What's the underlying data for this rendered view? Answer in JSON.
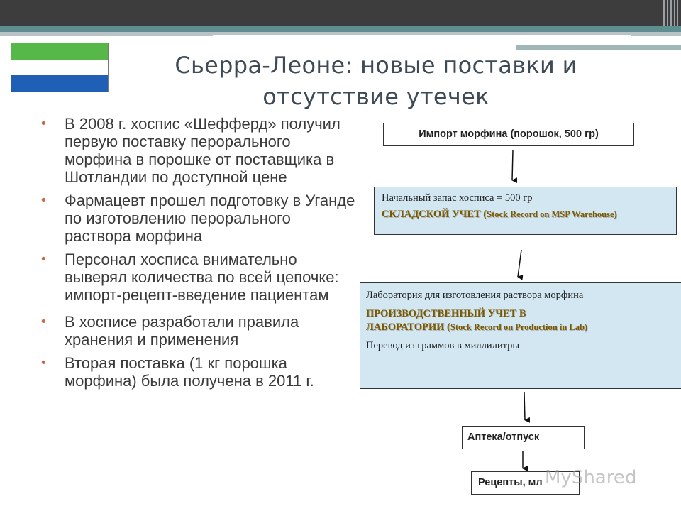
{
  "colors": {
    "accent": "#c9694b",
    "flag_green": "#55b849",
    "flag_white": "#ffffff",
    "flag_blue": "#1f5fb6",
    "box_fill": "#d2e7f2"
  },
  "title_line1": "Сьерра-Леоне: новые поставки и",
  "title_line2": "отсутствие утечек",
  "bullets": [
    "В 2008 г. хоспис «Шефферд» получил первую поставку перорального морфина в порошке от поставщика в Шотландии по доступной цене",
    "Фармацевт прошел подготовку в Уганде по изготовлению перорального раствора морфина",
    "Персонал хосписа внимательно выверял количества по всей цепочке: импорт-рецепт-введение пациентам",
    "В хосписе разработали правила хранения и применения",
    "Вторая поставка (1 кг порошка морфина) была получена в 2011 г."
  ],
  "flow": {
    "import": "Импорт морфина (порошок, 500 гр)",
    "stock_line1": "Начальный запас хосписа = 500 гр",
    "stock_record_main": "СКЛАДСКОЙ УЧЕТ (",
    "stock_record_small": "Stock Record on MSP Warehouse)",
    "lab_line1": "Лаборатория для изготовления раствора морфина",
    "lab_record_main1": "ПРОИЗВОДСТВЕННЫЙ УЧЕТ В",
    "lab_record_main2": "ЛАБОРАТОРИИ (",
    "lab_record_small": "Stock Record on Production in Lab)",
    "lab_line3": "Перевод из граммов в миллилитры",
    "pharmacy": "Аптека/отпуск",
    "recipes": "Рецепты, мл"
  },
  "watermark": "MyShared"
}
